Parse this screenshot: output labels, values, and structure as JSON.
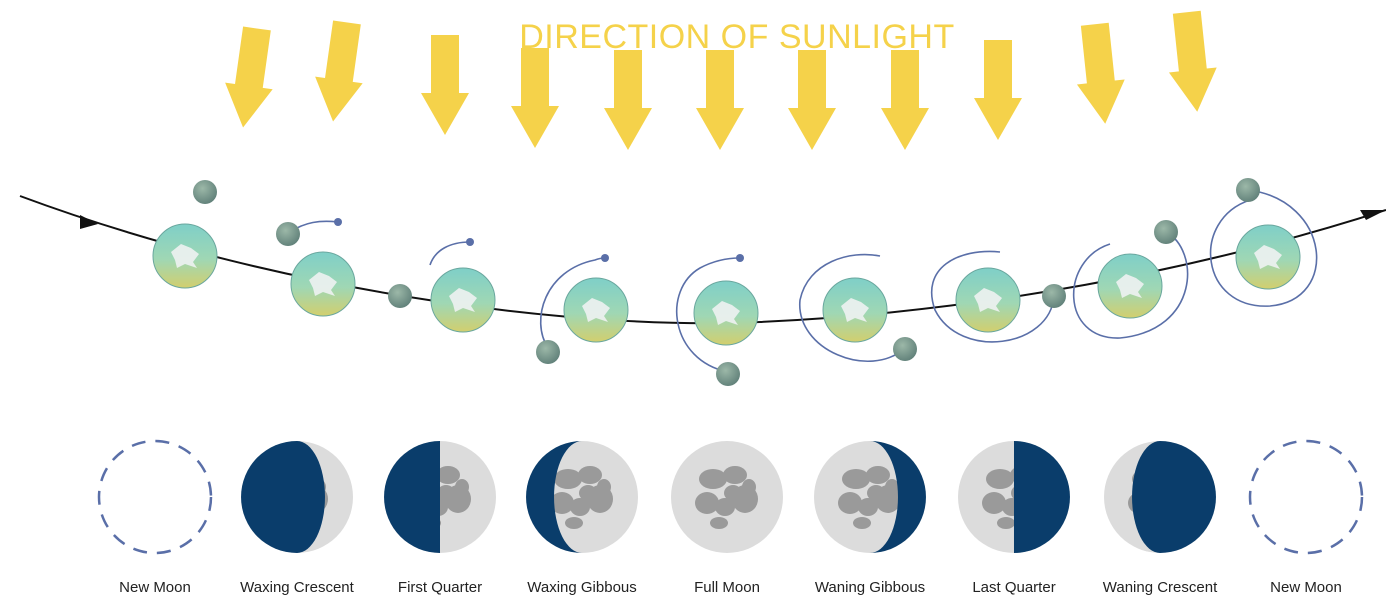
{
  "title": "DIRECTION OF SUNLIGHT",
  "colors": {
    "sunlight_arrow": "#f5d24a",
    "orbit_path": "#5a6fa8",
    "moon_dark": "#0a3d6b",
    "moon_light": "#dcdcdc",
    "moon_maria": "#9a9a9a",
    "earth_top": "#8fd3c8",
    "earth_bottom": "#c9d07a",
    "moon_body": "#7d9a8e"
  },
  "phases": [
    {
      "label": "New Moon",
      "illumination": 0,
      "waxing": true
    },
    {
      "label": "Waxing Crescent",
      "illumination": 0.25,
      "waxing": true
    },
    {
      "label": "First Quarter",
      "illumination": 0.5,
      "waxing": true
    },
    {
      "label": "Waxing Gibbous",
      "illumination": 0.75,
      "waxing": true
    },
    {
      "label": "Full Moon",
      "illumination": 1,
      "waxing": true
    },
    {
      "label": "Waning Gibbous",
      "illumination": 0.75,
      "waxing": false
    },
    {
      "label": "Last Quarter",
      "illumination": 0.5,
      "waxing": false
    },
    {
      "label": "Waning Crescent",
      "illumination": 0.25,
      "waxing": false
    },
    {
      "label": "New Moon",
      "illumination": 0,
      "waxing": false
    }
  ]
}
